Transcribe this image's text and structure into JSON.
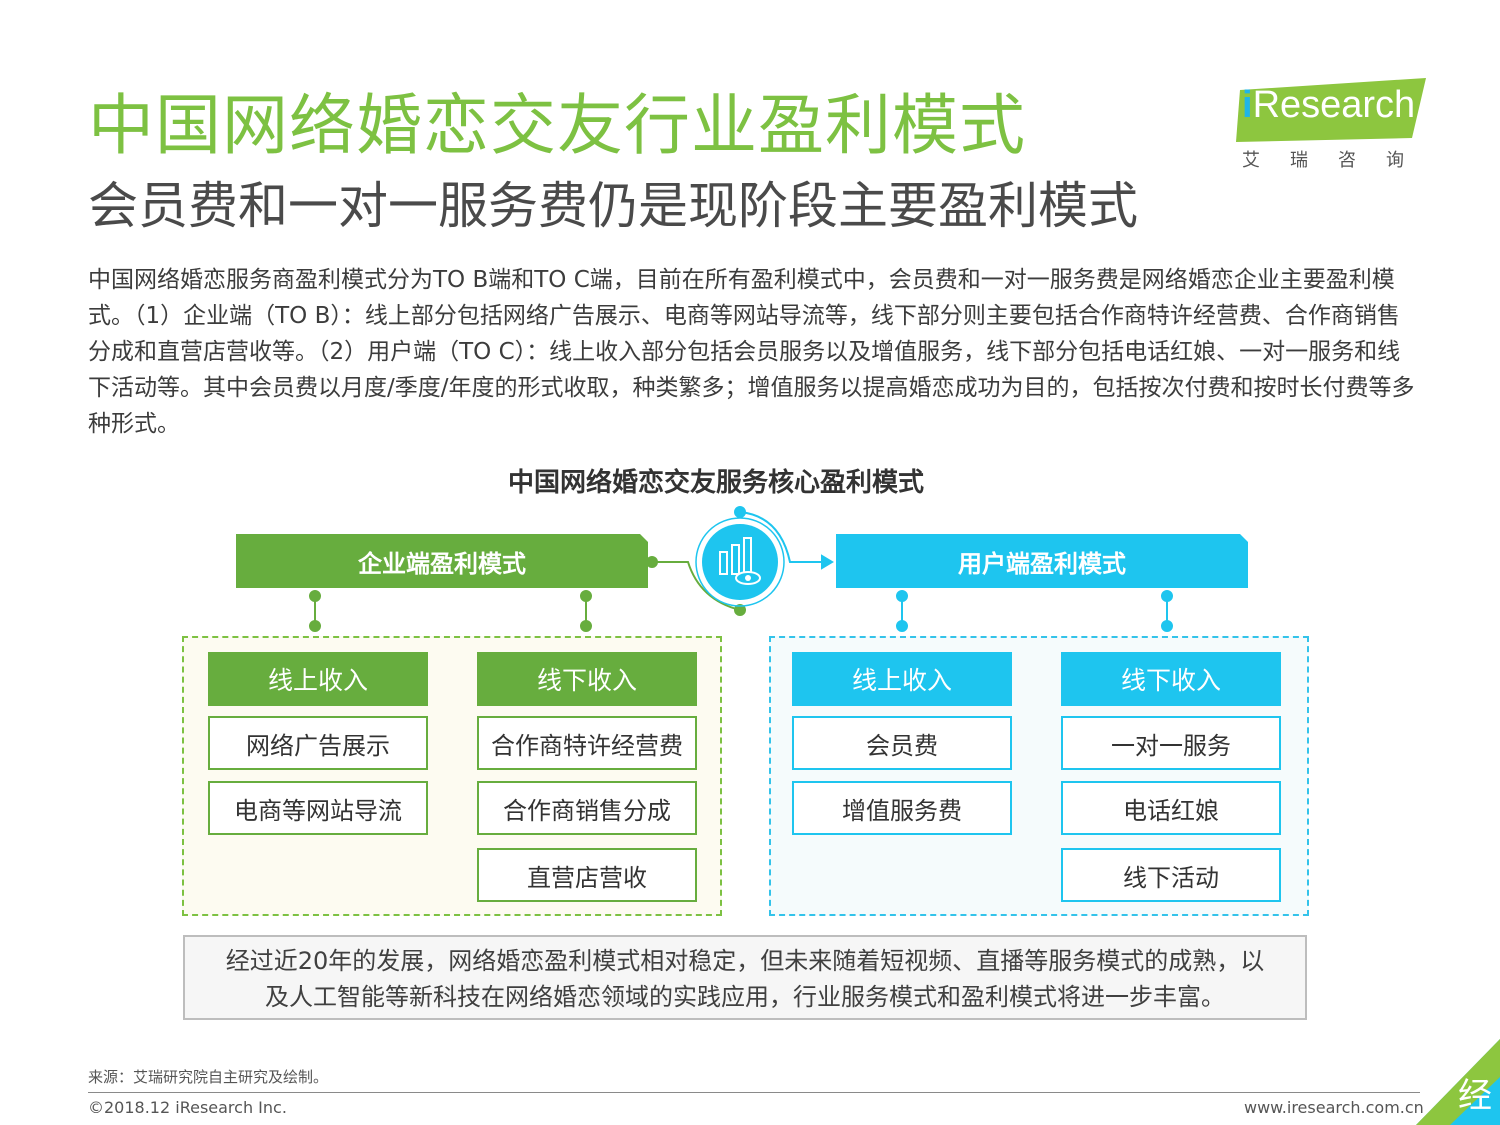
{
  "header": {
    "title": "中国网络婚恋交友行业盈利模式",
    "subtitle": "会员费和一对一服务费仍是现阶段主要盈利模式"
  },
  "logo": {
    "word_i": "i",
    "word_rest": "Research",
    "cn": "艾瑞咨询"
  },
  "body": {
    "paragraph": "中国网络婚恋服务商盈利模式分为TO B端和TO C端，目前在所有盈利模式中，会员费和一对一服务费是网络婚恋企业主要盈利模式。（1）企业端（TO B）：线上部分包括网络广告展示、电商等网站导流等，线下部分则主要包括合作商特许经营费、合作商销售分成和直营店营收等。（2）用户端（TO C）：线上收入部分包括会员服务以及增值服务，线下部分包括电话红娘、一对一服务和线下活动等。其中会员费以月度/季度/年度的形式收取，种类繁多；增值服务以提高婚恋成功为目的，包括按次付费和按时长付费等多种形式。"
  },
  "diagram": {
    "title": "中国网络婚恋交友服务核心盈利模式",
    "enterprise": {
      "header": "企业端盈利模式",
      "online": {
        "label": "线上收入",
        "items": [
          "网络广告展示",
          "电商等网站导流"
        ]
      },
      "offline": {
        "label": "线下收入",
        "items": [
          "合作商特许经营费",
          "合作商销售分成",
          "直营店营收"
        ]
      }
    },
    "user": {
      "header": "用户端盈利模式",
      "online": {
        "label": "线上收入",
        "items": [
          "会员费",
          "增值服务费"
        ]
      },
      "offline": {
        "label": "线下收入",
        "items": [
          "一对一服务",
          "电话红娘",
          "线下活动"
        ]
      }
    },
    "center_icon": "analytics-eye-icon"
  },
  "summary": {
    "line1": "经过近20年的发展，网络婚恋盈利模式相对稳定，但未来随着短视频、直播等服务模式的成熟，以",
    "line2": "及人工智能等新科技在网络婚恋领域的实践应用，行业服务模式和盈利模式将进一步丰富。"
  },
  "footer": {
    "source": "来源：艾瑞研究院自主研究及绘制。",
    "copyright": "©2018.12 iResearch Inc.",
    "site": "www.iresearch.com.cn",
    "corner_text": "经"
  },
  "colors": {
    "green": "#7dc142",
    "green_dark": "#67ad3e",
    "blue": "#1ec5ef"
  }
}
